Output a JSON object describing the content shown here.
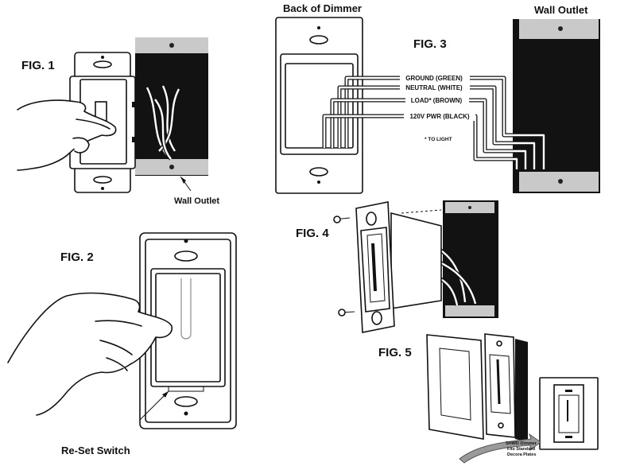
{
  "fig1": {
    "label": "FIG. 1",
    "callout": "Wall Outlet"
  },
  "fig2": {
    "label": "FIG. 2",
    "callout": "Re-Set Switch"
  },
  "fig3": {
    "label": "FIG. 3",
    "back_title": "Back of Dimmer",
    "outlet_title": "Wall Outlet",
    "wires": [
      {
        "label": "GROUND (GREEN)"
      },
      {
        "label": "NEUTRAL (WHITE)"
      },
      {
        "label": "LOAD* (BROWN)"
      },
      {
        "label": "120V PWR (BLACK)"
      }
    ],
    "footnote": "* TO LIGHT"
  },
  "fig4": {
    "label": "FIG. 4"
  },
  "fig5": {
    "label": "FIG. 5",
    "note_line1": "SHWD Dimmer",
    "note_line2": "Fits Standard",
    "note_line3": "Decora Plates"
  }
}
